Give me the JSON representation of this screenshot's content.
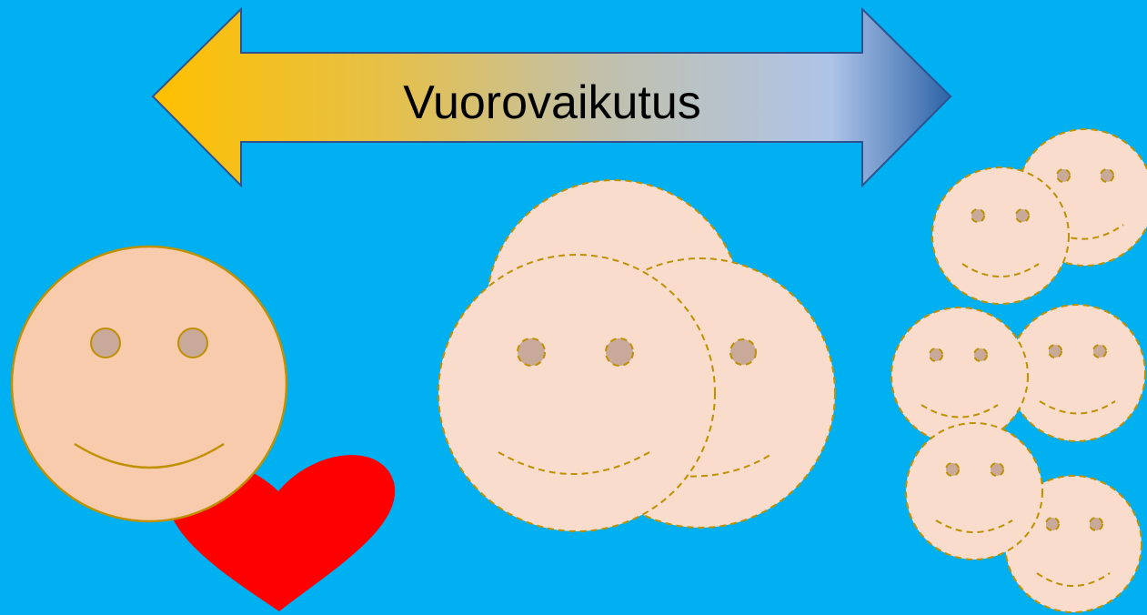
{
  "slide": {
    "background_color": "#00B0F0",
    "arrow": {
      "label": "Vuorovaikutus",
      "direction": "double-headed",
      "gradient_colors": [
        "#FFC000",
        "#B4C7E7",
        "#2E75B6"
      ],
      "outline_color": "#2F528F"
    },
    "figures": [
      {
        "name": "single-smiley-with-heart",
        "count": 1,
        "heart_color": "#FF0000"
      },
      {
        "name": "smiley-group-of-three",
        "count": 3,
        "style": "dashed outline"
      },
      {
        "name": "smiley-group-of-six",
        "count": 6,
        "style": "dashed outline"
      }
    ],
    "colors": {
      "face_fill": "#F8CBAD",
      "face_fill_light": "#F9DCCB",
      "face_outline": "#BF9000",
      "eye_fill": "#C9A99A"
    }
  }
}
